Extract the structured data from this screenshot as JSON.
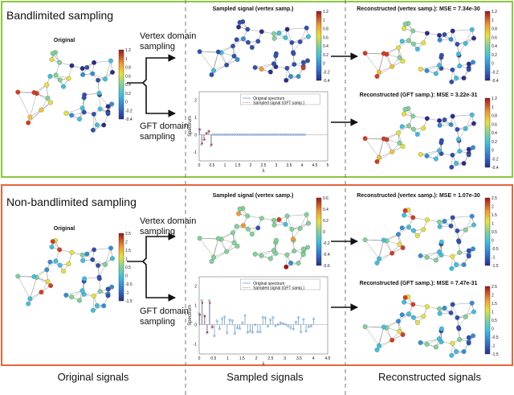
{
  "sections": {
    "bandlimited": {
      "title": "Bandlimited sampling",
      "color": "#8cc63f"
    },
    "nonbandlimited": {
      "title": "Non-bandlimited sampling",
      "color": "#e8643c"
    }
  },
  "columns": {
    "original": "Original signals",
    "sampled": "Sampled signals",
    "reconstructed": "Reconstructed signals"
  },
  "arrows": {
    "vertex_line1": "Vertex domain",
    "vertex_line2": "sampling",
    "gft_line1": "GFT domain",
    "gft_line2": "sampling"
  },
  "graphs": {
    "orig_top": {
      "title": "Original",
      "ticks": [
        "1.2",
        "1",
        "0.8",
        "0.6",
        "0.4",
        "0.2",
        "0",
        "-0.2",
        "-0.4"
      ]
    },
    "sampled_top": {
      "title": "Sampled signal (vertex samp.)",
      "ticks": [
        "1.2",
        "1",
        "0.8",
        "0.6",
        "0.4",
        "0.2",
        "0",
        "-0.2",
        "-0.4"
      ]
    },
    "recon_v_top": {
      "title": "Reconstructed (vertex samp.): MSE = 7.34e-30",
      "ticks": [
        "1.2",
        "1",
        "0.8",
        "0.6",
        "0.4",
        "0.2",
        "0",
        "-0.2",
        "-0.4"
      ]
    },
    "recon_g_top": {
      "title": "Reconstructed (GFT samp.): MSE = 3.22e-31",
      "ticks": [
        "1.2",
        "1",
        "0.8",
        "0.6",
        "0.4",
        "0.2",
        "0",
        "-0.2",
        "-0.4"
      ]
    },
    "orig_bot": {
      "title": "Original",
      "ticks": [
        "2.5",
        "2",
        "1.5",
        "1",
        "0.5",
        "0",
        "-0.5",
        "-1",
        "-1.5"
      ]
    },
    "sampled_bot": {
      "title": "Sampled signal (vertex samp.)",
      "ticks": [
        "0.6",
        "0.4",
        "0.2",
        "0",
        "-0.2",
        "-0.4",
        "-0.6"
      ]
    },
    "recon_v_bot": {
      "title": "Reconstructed (vertex samp.): MSE = 1.07e-30",
      "ticks": [
        "2.5",
        "2",
        "1.5",
        "1",
        "0.5",
        "0",
        "-0.5",
        "-1",
        "-1.5"
      ]
    },
    "recon_g_bot": {
      "title": "Reconstructed (GFT samp.): MSE = 7.47e-31",
      "ticks": [
        "2.5",
        "2",
        "1.5",
        "1",
        "0.5",
        "0",
        "-0.5",
        "-1",
        "-1.5"
      ]
    }
  },
  "spectra": {
    "top": {
      "ylabel": "Spectrum",
      "xlabel": "λ",
      "legend": [
        "Original spectrum",
        "Sampled signal (GFT samp.)"
      ],
      "xticks": [
        "0",
        "0.5",
        "1",
        "1.5",
        "2",
        "2.5",
        "3",
        "3.5",
        "4",
        "4.5",
        "5"
      ],
      "yticks": [
        "2",
        "1",
        "0",
        "-1"
      ]
    },
    "bottom": {
      "ylabel": "Spectrum",
      "xlabel": "λ",
      "legend": [
        "Original spectrum",
        "Sampled signal (GFT samp.)"
      ],
      "xticks": [
        "0",
        "0.5",
        "1",
        "1.5",
        "2",
        "2.5",
        "3",
        "3.5",
        "4",
        "4.5"
      ],
      "yticks": [
        "2",
        "1",
        "0",
        "-1"
      ]
    }
  },
  "colors": {
    "series_blue": "#3b82c4",
    "series_red": "#c0392b",
    "arrow": "#111111",
    "divider": "#777777"
  }
}
